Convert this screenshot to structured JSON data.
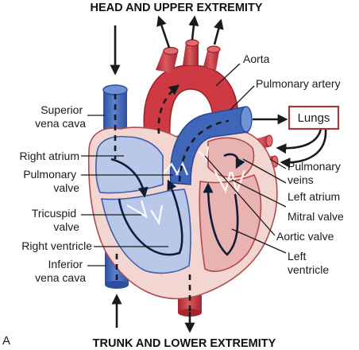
{
  "titles": {
    "top": "HEAD AND UPPER EXTREMITY",
    "bottom": "TRUNK AND LOWER EXTREMITY",
    "panel_letter": "A"
  },
  "labels": {
    "aorta": "Aorta",
    "pulmonary_artery": "Pulmonary artery",
    "lungs": "Lungs",
    "superior_vena_cava": [
      "Superior",
      "vena cava"
    ],
    "right_atrium": "Right atrium",
    "pulmonary_valve": [
      "Pulmonary",
      "valve"
    ],
    "tricuspid_valve": [
      "Tricuspid",
      "valve"
    ],
    "right_ventricle": "Right ventricle",
    "inferior_vena_cava": [
      "Inferior",
      "vena cava"
    ],
    "pulmonary_veins": [
      "Pulmonary",
      "veins"
    ],
    "left_atrium": "Left atrium",
    "mitral_valve": "Mitral valve",
    "aortic_valve": "Aortic valve",
    "left_ventricle": [
      "Left",
      "ventricle"
    ]
  },
  "colors": {
    "deoxygenated": "#3f66b8",
    "deoxygenated_light": "#b9c8e8",
    "oxygenated": "#c8353f",
    "oxygenated_light": "#e9b3b1",
    "heart_wall": "#f3d6d1",
    "lungs_box_border": "#a33a3a",
    "ink": "#1a1a1a"
  }
}
